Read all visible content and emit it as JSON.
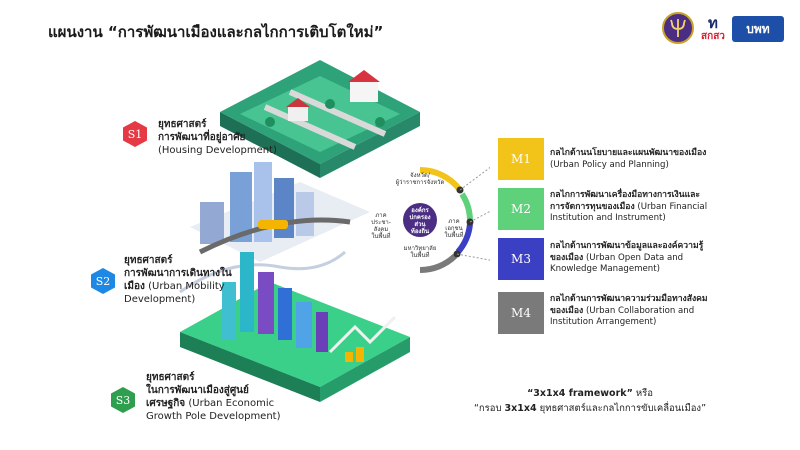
{
  "title": "แผนงาน “การพัฒนาเมืองและกลไกการเติบโตใหม่”",
  "logos": {
    "logo2_text": "สกสว",
    "logo3_text": "บพท"
  },
  "strategies": [
    {
      "code": "S1",
      "heading": "ยุทธศาสตร์",
      "name_th": "การพัฒนาที่อยู่อาศัย",
      "name_en": "(Housing Development)",
      "color": "#e63946"
    },
    {
      "code": "S2",
      "heading": "ยุทธศาสตร์",
      "name_th": "การพัฒนาการเดินทางใน",
      "name_th2": "เมือง",
      "name_en": "(Urban Mobility",
      "name_en2": "Development)",
      "color": "#1e88e5"
    },
    {
      "code": "S3",
      "heading": "ยุทธศาสตร์",
      "name_th": "ในการพัฒนาเมืองสู่ศูนย์",
      "name_th2": "เศรษฐกิจ",
      "name_en": "(Urban Economic",
      "name_en2": "Growth Pole Development)",
      "color": "#2e9e4f"
    }
  ],
  "hub": {
    "top": "จังหวัด/",
    "top2": "ผู้ว่าราชการจังหวัด",
    "left": "ภาค",
    "left2": "ประชา-",
    "left3": "สังคม",
    "left4": "ในพื้นที่",
    "right": "ภาค",
    "right2": "เอกชน",
    "right3": "ในพื้นที่",
    "center": "องค์กร",
    "center2": "ปกครอง",
    "center3": "ส่วน",
    "center4": "ท้องถิ่น",
    "bottom": "มหาวิทยาลัย",
    "bottom2": "ในพื้นที่"
  },
  "mechanisms": [
    {
      "code": "M1",
      "th": "กลไกด้านนโยบายและแผนพัฒนาของเมือง",
      "en": "(Urban Policy and Planning)",
      "color": "#f2c318"
    },
    {
      "code": "M2",
      "th": "กลไกการพัฒนาเครื่องมือทางการเงินและ",
      "th2": "การจัดการทุนของเมือง",
      "en": "(Urban Financial",
      "en2": "Institution and Instrument)",
      "color": "#5fd17a"
    },
    {
      "code": "M3",
      "th": "กลไกด้านการพัฒนาข้อมูลและองค์ความรู้",
      "th2": "ของเมือง",
      "en": "(Urban Open Data and",
      "en2": "Knowledge Management)",
      "color": "#3b3fc4"
    },
    {
      "code": "M4",
      "th": "กลไกด้านการพัฒนาความร่วมมือทางสังคม",
      "th2": "ของเมือง",
      "en": "(Urban Collaboration and",
      "en2": "Institution Arrangement)",
      "color": "#7a7a7a"
    }
  ],
  "caption": {
    "line1_bold": "“3x1x4 framework”",
    "line1_rest": " หรือ",
    "line2_pre": "“กรอบ ",
    "line2_bold": "3x1x4",
    "line2_rest": " ยุทธศาสตร์และกลไกการขับเคลื่อนเมือง”"
  },
  "colors": {
    "ring_yellow": "#f2c318",
    "ring_green": "#5fd17a",
    "ring_blue": "#3b3fc4",
    "ring_gray": "#7a7a7a"
  }
}
